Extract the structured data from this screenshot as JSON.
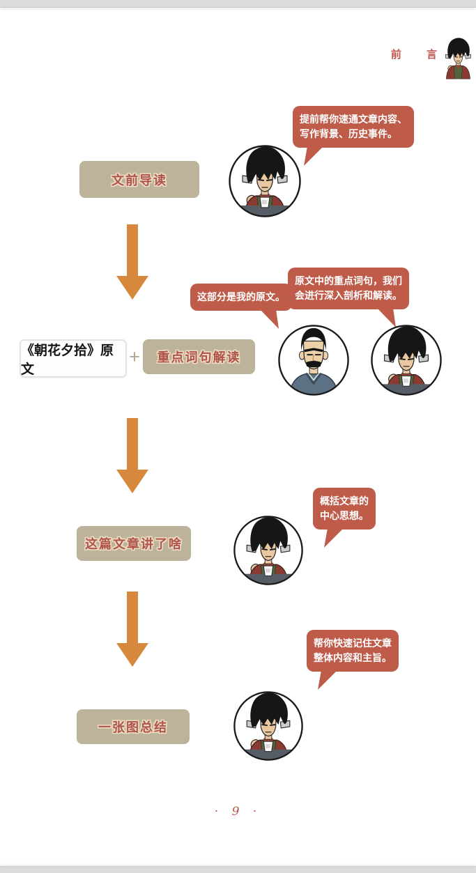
{
  "header": {
    "section_label": "前 言"
  },
  "sections": {
    "s1": {
      "bubble": "提前帮你速通文章内容、\n写作背景、历史事件。",
      "box": "文前导读"
    },
    "s2": {
      "bubble_left": "这部分是我的原文。",
      "bubble_right": "原文中的重点词句，我们\n会进行深入剖析和解读。",
      "box_original": "《朝花夕拾》原文",
      "plus": "+",
      "box_key": "重点词句解读"
    },
    "s3": {
      "bubble": "概括文章的\n中心思想。",
      "box": "这篇文章讲了啥"
    },
    "s4": {
      "bubble": "帮你快速记住文章\n整体内容和主旨。",
      "box": "一张图总结"
    }
  },
  "footer": {
    "page_number": "· 9 ·"
  },
  "colors": {
    "bubble_red": "#bf5b49",
    "box_tan": "#bdb39b",
    "box_text_red": "#b0534b",
    "arrow_orange": "#d6893c",
    "accent_red": "#c0544c",
    "page_number_red": "#b3564c"
  },
  "icons": {
    "boy_avatar": "cartoon-boy-with-spiky-hair",
    "luxun_avatar": "cartoon-luxun-with-mustache",
    "arrow": "down-arrow",
    "plus": "plus-sign"
  }
}
